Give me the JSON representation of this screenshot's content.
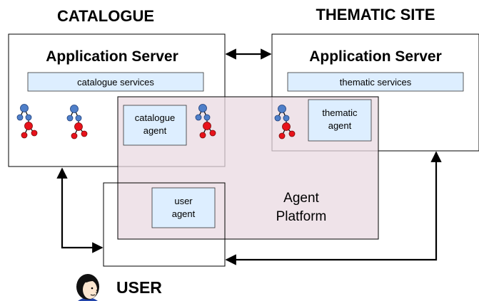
{
  "headings": {
    "catalogue": "CATALOGUE",
    "thematic_site": "THEMATIC SITE",
    "user": "USER"
  },
  "catalogue_server": {
    "title": "Application Server",
    "services": "catalogue services",
    "agent_line1": "catalogue",
    "agent_line2": "agent"
  },
  "thematic_server": {
    "title": "Application Server",
    "services": "thematic services",
    "agent_line1": "thematic",
    "agent_line2": "agent"
  },
  "user_agent": {
    "line1": "user",
    "line2": "agent"
  },
  "agent_platform": {
    "line1": "Agent",
    "line2": "Platform"
  },
  "colors": {
    "platform_fill": "#EADAE1",
    "services_fill": "#DDEEFF",
    "node_blue": "#4F7FC9",
    "node_red": "#E8121B"
  },
  "icons": [
    "tree-icon",
    "user-face-icon",
    "double-arrow-icon"
  ]
}
